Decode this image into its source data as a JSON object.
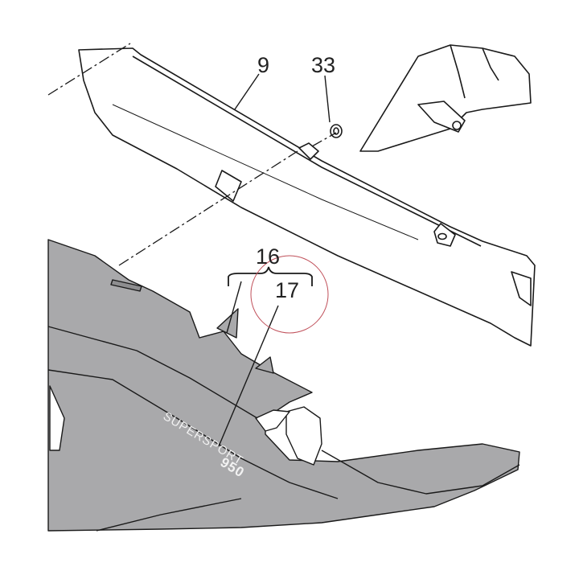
{
  "diagram": {
    "callouts": [
      {
        "id": "9",
        "label": "9"
      },
      {
        "id": "33",
        "label": "33"
      },
      {
        "id": "16",
        "label": "16"
      },
      {
        "id": "17",
        "label": "17"
      }
    ],
    "decal": {
      "line1": "SUPERSPORT",
      "line2": "950"
    },
    "colors": {
      "panel_fill": "#a9a9ab",
      "line": "#1a1a1a",
      "highlight_circle": "#c0505a",
      "background": "#ffffff"
    }
  }
}
